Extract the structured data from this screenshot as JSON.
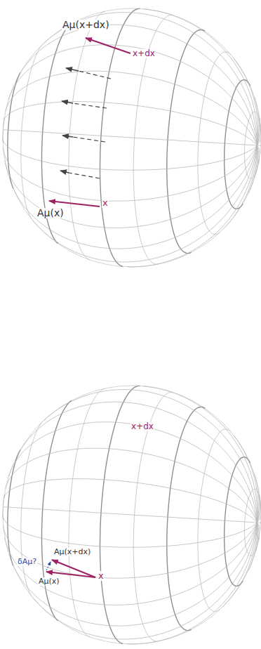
{
  "diagram": {
    "labels": [
      "Aμ(x+dx)",
      "x+dx",
      "x",
      "Aμ(x)",
      "x+dx",
      "Aμ(x+dx)",
      "δAμ?",
      "Aμ(x)",
      "x"
    ]
  }
}
